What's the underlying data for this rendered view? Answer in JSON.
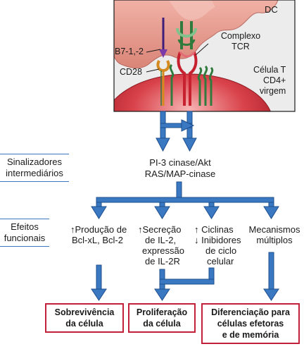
{
  "cell_panel": {
    "dc_label": "DC",
    "b7_label": "B7-1,-2",
    "cd28_label": "CD28",
    "tcr_label_line1": "Complexo",
    "tcr_label_line2": "TCR",
    "tcell_line1": "Célula T",
    "tcell_line2": "CD4+",
    "tcell_line3": "virgem"
  },
  "side_labels": {
    "intermediates_line1": "Sinalizadores",
    "intermediates_line2": "intermediários",
    "effects_line1": "Efeitos",
    "effects_line2": "funcionais"
  },
  "signaling": {
    "line1": "PI-3 cinase/Akt",
    "line2": "RAS/MAP-cinase"
  },
  "effects": [
    {
      "arrow": "↑",
      "line1": "Produção de",
      "line2": "Bcl-xL, Bcl-2"
    },
    {
      "arrow": "↑",
      "line1": "Secreção",
      "line2": "de IL-2,",
      "line3": "expressão",
      "line4": "de IL-2R"
    },
    {
      "arrow_up": "↑",
      "arrow_down": "↓",
      "line1": "Ciclinas",
      "line2": "Inibidores",
      "line3": "de ciclo",
      "line4": "celular"
    },
    {
      "line1": "Mecanismos",
      "line2": "múltiplos"
    }
  ],
  "outcomes": [
    {
      "line1": "Sobrevivência",
      "line2": "da célula"
    },
    {
      "line1": "Proliferação",
      "line2": "da célula"
    },
    {
      "line1": "Diferenciação para",
      "line2": "células efetoras",
      "line3": "e de memória"
    }
  ],
  "colors": {
    "arrow_blue": "#3a78c2",
    "arrow_dark": "#1f4f8f",
    "outcome_border": "#c3203a",
    "dc_color": "#e8a09a",
    "tcell_color": "#c9303a"
  }
}
